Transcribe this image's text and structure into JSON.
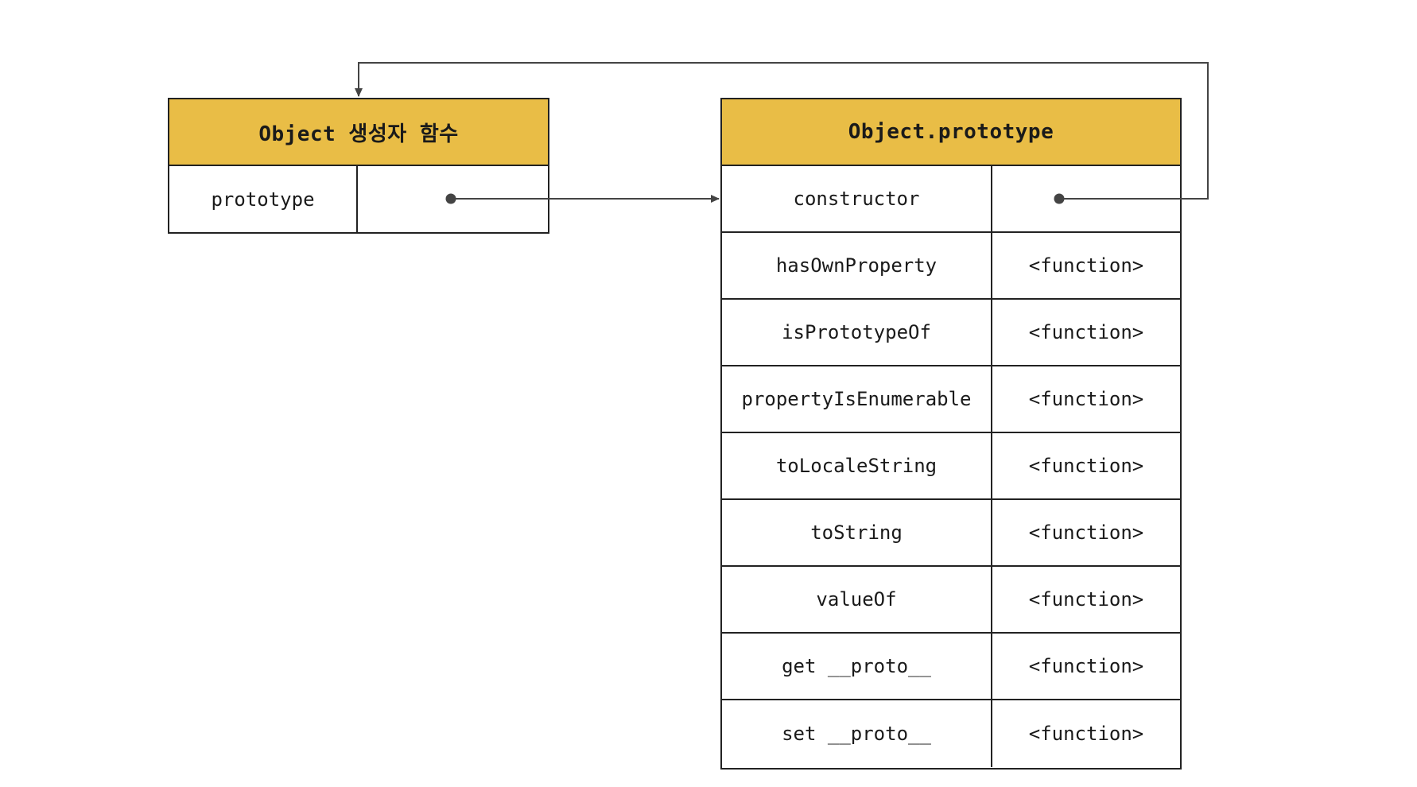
{
  "constructor_box": {
    "title": "Object 생성자 함수",
    "rows": [
      {
        "key": "prototype",
        "value": ""
      }
    ]
  },
  "prototype_box": {
    "title": "Object.prototype",
    "rows": [
      {
        "key": "constructor",
        "value": ""
      },
      {
        "key": "hasOwnProperty",
        "value": "<function>"
      },
      {
        "key": "isPrototypeOf",
        "value": "<function>"
      },
      {
        "key": "propertyIsEnumerable",
        "value": "<function>"
      },
      {
        "key": "toLocaleString",
        "value": "<function>"
      },
      {
        "key": "toString",
        "value": "<function>"
      },
      {
        "key": "valueOf",
        "value": "<function>"
      },
      {
        "key": "get __proto__",
        "value": "<function>"
      },
      {
        "key": "set __proto__",
        "value": "<function>"
      }
    ]
  },
  "colors": {
    "header_fill": "#e9bd46",
    "border": "#222222",
    "connector": "#444444"
  }
}
